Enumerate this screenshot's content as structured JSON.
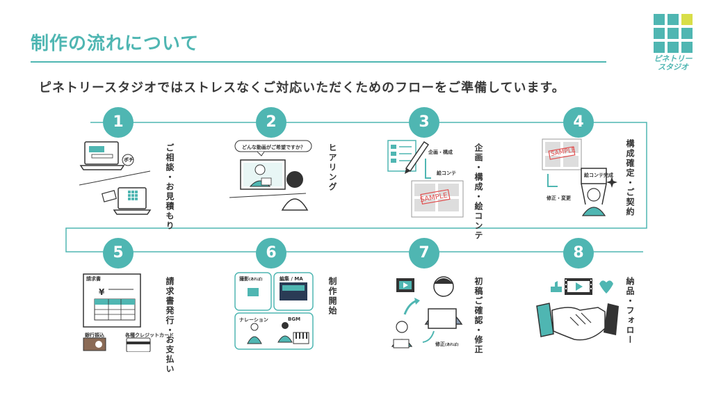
{
  "header": {
    "title": "制作の流れについて",
    "subtitle": "ピネトリースタジオではストレスなくご対応いただくためのフローをご準備しています。"
  },
  "logo": {
    "text_line1": "ピネトリー",
    "text_line2": "スタジオ"
  },
  "colors": {
    "accent": "#4fb6b2",
    "accent_yellow": "#d8de48",
    "text": "#333333"
  },
  "steps": [
    {
      "number": "1",
      "label": "ご相談・お見積もり",
      "icon": "laptop-handshake-icon",
      "callout": "ポチ"
    },
    {
      "number": "2",
      "label": "ヒアリング",
      "icon": "online-meeting-icon",
      "callout": "どんな動画がご希望ですか？"
    },
    {
      "number": "3",
      "label": "企画・構成・絵コンテ",
      "icon": "planning-document-icon",
      "callout": "企画・構成",
      "callout2": "絵コンテ",
      "stamp": "SAMPLE"
    },
    {
      "number": "4",
      "label": "構成確定・ご契約",
      "icon": "contract-confirm-icon",
      "callout": "絵コンテ完成",
      "callout2": "修正・変更",
      "stamp": "SAMPLE"
    },
    {
      "number": "5",
      "label": "請求書発行・お支払い",
      "icon": "invoice-icon",
      "callout": "請求書",
      "callout2": "銀行振込",
      "callout3": "各種クレジットカード",
      "symbol": "¥"
    },
    {
      "number": "6",
      "label": "制作開始",
      "icon": "production-icon",
      "callout": "撮影",
      "callout_note": "(あれば)",
      "callout2": "編集 / MA",
      "callout3": "ナレーション",
      "callout4": "BGM"
    },
    {
      "number": "7",
      "label": "初稿ご確認・修正",
      "icon": "review-icon",
      "callout": "修正",
      "callout_note": "(あれば)"
    },
    {
      "number": "8",
      "label": "納品・フォロー",
      "icon": "handshake-icon"
    }
  ]
}
